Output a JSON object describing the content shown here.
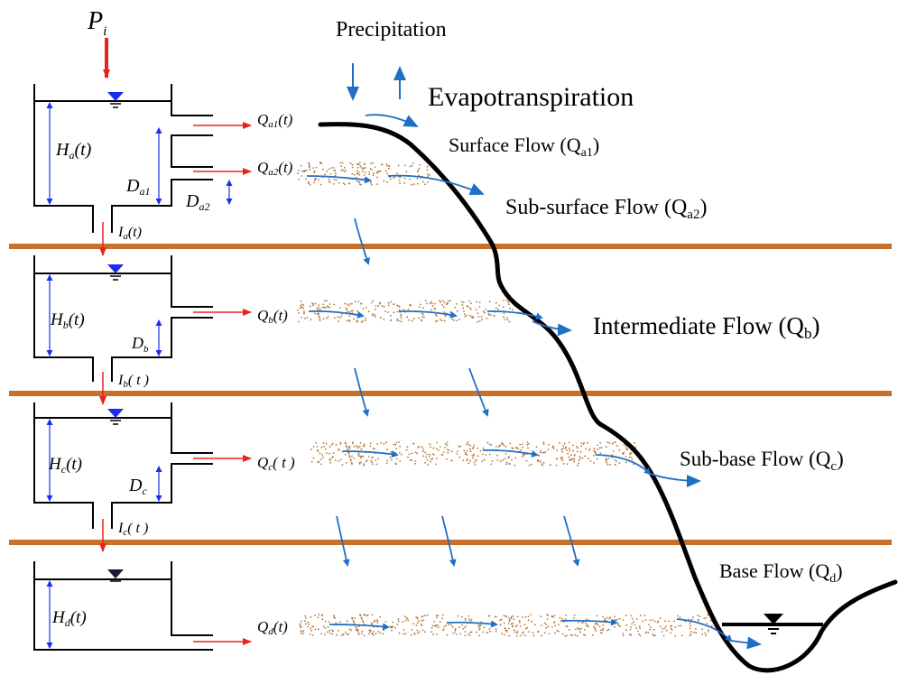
{
  "colors": {
    "tank_wall": "#000000",
    "divider": "#c8702a",
    "arrow_red": "#e8231f",
    "arrow_blue": "#1f6fc4",
    "water_symbol": "#1a2ef0",
    "terrain": "#000000",
    "soil_dots": "#b5753a"
  },
  "inflow_label": {
    "main": "P",
    "sub": "i"
  },
  "process_labels": {
    "precipitation": "Precipitation",
    "evapotranspiration": "Evapotranspiration"
  },
  "tanks": [
    {
      "id": "a",
      "level": {
        "main": "H",
        "sub": "a",
        "arg": "(t)"
      },
      "outlets": [
        {
          "main": "Q",
          "sub": "a1",
          "arg": "(t)"
        },
        {
          "main": "Q",
          "sub": "a2",
          "arg": "(t)"
        }
      ],
      "depths": [
        {
          "main": "D",
          "sub": "a1"
        },
        {
          "main": "D",
          "sub": "a2"
        }
      ],
      "infiltration": {
        "main": "I",
        "sub": "a",
        "arg": "(t)"
      }
    },
    {
      "id": "b",
      "level": {
        "main": "H",
        "sub": "b",
        "arg": "(t)"
      },
      "outlets": [
        {
          "main": "Q",
          "sub": "b",
          "arg": "(t)"
        }
      ],
      "depths": [
        {
          "main": "D",
          "sub": "b"
        }
      ],
      "infiltration": {
        "main": "I",
        "sub": "b",
        "arg": "( t )"
      }
    },
    {
      "id": "c",
      "level": {
        "main": "H",
        "sub": "c",
        "arg": "(t)"
      },
      "outlets": [
        {
          "main": "Q",
          "sub": "c",
          "arg": "( t )"
        }
      ],
      "depths": [
        {
          "main": "D",
          "sub": "c"
        }
      ],
      "infiltration": {
        "main": "I",
        "sub": "c",
        "arg": "( t )"
      }
    },
    {
      "id": "d",
      "level": {
        "main": "H",
        "sub": "d",
        "arg": "(t)"
      },
      "outlets": [
        {
          "main": "Q",
          "sub": "d",
          "arg": "(t)"
        }
      ],
      "depths": [],
      "infiltration": null
    }
  ],
  "flow_labels": [
    {
      "name": "Surface Flow (Q",
      "sub": "a1",
      "close": ")"
    },
    {
      "name": "Sub-surface Flow (Q",
      "sub": "a2",
      "close": ")"
    },
    {
      "name": "Intermediate Flow (Q",
      "sub": "b",
      "close": ")"
    },
    {
      "name": "Sub-base Flow (Q",
      "sub": "c",
      "close": ")"
    },
    {
      "name": "Base Flow (Q",
      "sub": "d",
      "close": ")"
    }
  ]
}
